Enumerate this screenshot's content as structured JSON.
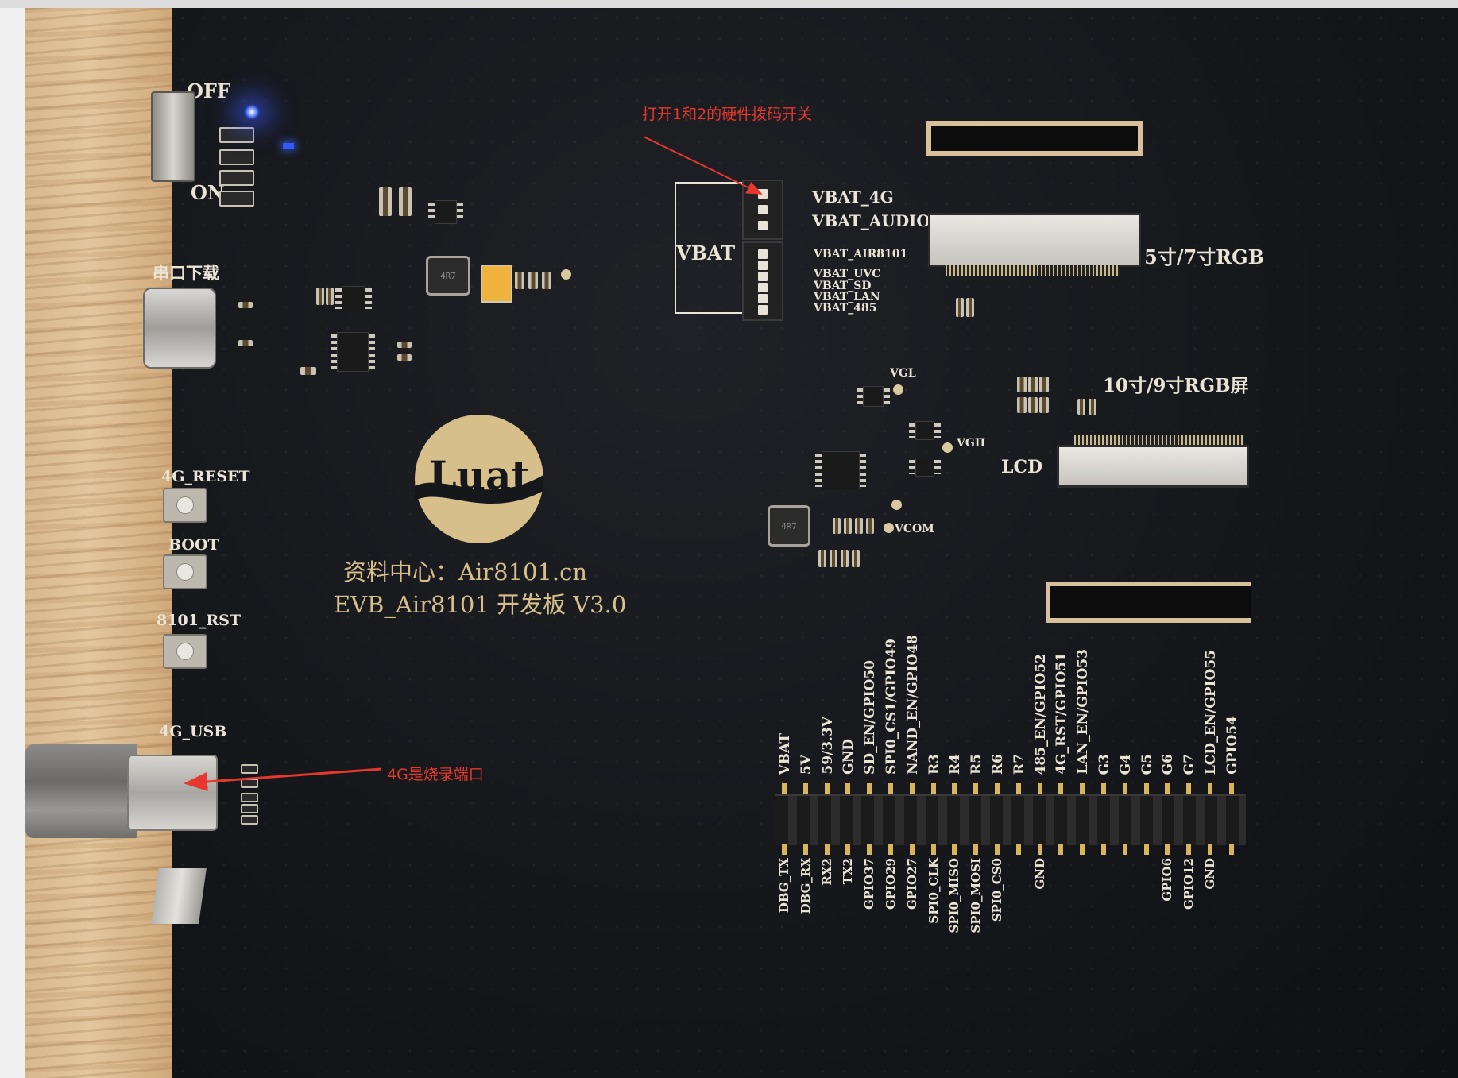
{
  "annotations": {
    "dip_note": "打开1和2的硬件拨码开关",
    "usb_note": "4G是烧录端口"
  },
  "board": {
    "switch_off": "OFF",
    "switch_on": "ON",
    "serial_download": "串口下载",
    "btn_4g_reset": "4G_RESET",
    "btn_boot": "BOOT",
    "btn_8101_rst": "8101_RST",
    "usb_4g": "4G_USB",
    "logo_text": "Luat",
    "info_center": "资料中心：Air8101.cn",
    "board_name": "EVB_Air8101 开发板 V3.0",
    "vbat": "VBAT",
    "vbat_4g": "VBAT_4G",
    "vbat_audio": "VBAT_AUDIO",
    "vbat_air8101": "VBAT_AIR8101",
    "vbat_uvc": "VBAT_UVC",
    "vbat_sd": "VBAT_SD",
    "vbat_lan": "VBAT_LAN",
    "vbat_485": "VBAT_485",
    "lcd_5_7": "5寸/7寸RGB",
    "lcd_10_9": "10寸/9寸RGB屏",
    "lcd": "LCD",
    "vgl": "VGL",
    "vgh": "VGH",
    "vcom": "VCOM",
    "inductor_mark": "4R7"
  },
  "header_top_labels": [
    "VBAT",
    "5V",
    "59/3.3V",
    "GND",
    "SD_EN/GPIO50",
    "SPI0_CS1/GPIO49",
    "NAND_EN/GPIO48",
    "R3",
    "R4",
    "R5",
    "R6",
    "R7",
    "485_EN/GPIO52",
    "4G_RST/GPIO51",
    "LAN_EN/GPIO53",
    "G3",
    "G4",
    "G5",
    "G6",
    "G7",
    "LCD_EN/GPIO55",
    "GPIO54"
  ],
  "header_bottom_labels": [
    "DBG_TX",
    "DBG_RX",
    "RX2",
    "TX2",
    "GPIO37",
    "GPIO29",
    "GPIO27",
    "SPI0_CLK",
    "SPI0_MISO",
    "SPI0_MOSI",
    "SPI0_CS0",
    "GND",
    "GPIO6",
    "GPIO12",
    "GND"
  ],
  "colors": {
    "annotation": "#e8372c",
    "silkscreen": "#e9e4d6",
    "pcb": "#15171b",
    "logo_gold": "#d7bf8c"
  }
}
